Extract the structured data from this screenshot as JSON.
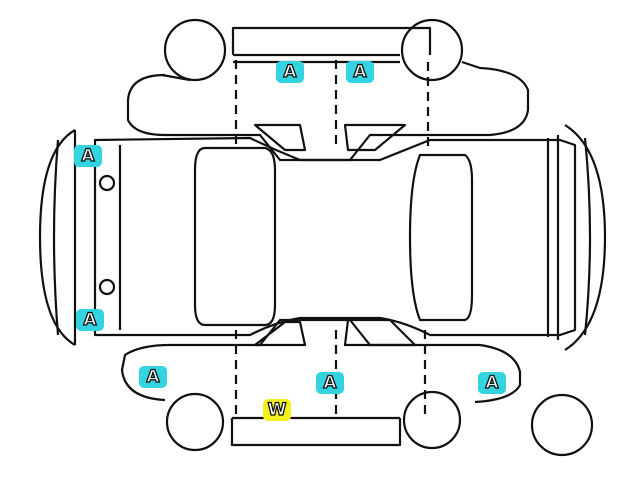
{
  "colors": {
    "damage_a": "#33d4e0",
    "damage_w": "#f2f01e",
    "line": "#111111"
  },
  "markers": [
    {
      "code": "A",
      "type": "cyan"
    },
    {
      "code": "A",
      "type": "cyan"
    },
    {
      "code": "A",
      "type": "cyan"
    },
    {
      "code": "A",
      "type": "cyan"
    },
    {
      "code": "A",
      "type": "cyan"
    },
    {
      "code": "A",
      "type": "cyan"
    },
    {
      "code": "A",
      "type": "cyan"
    },
    {
      "code": "W",
      "type": "yellow"
    }
  ]
}
